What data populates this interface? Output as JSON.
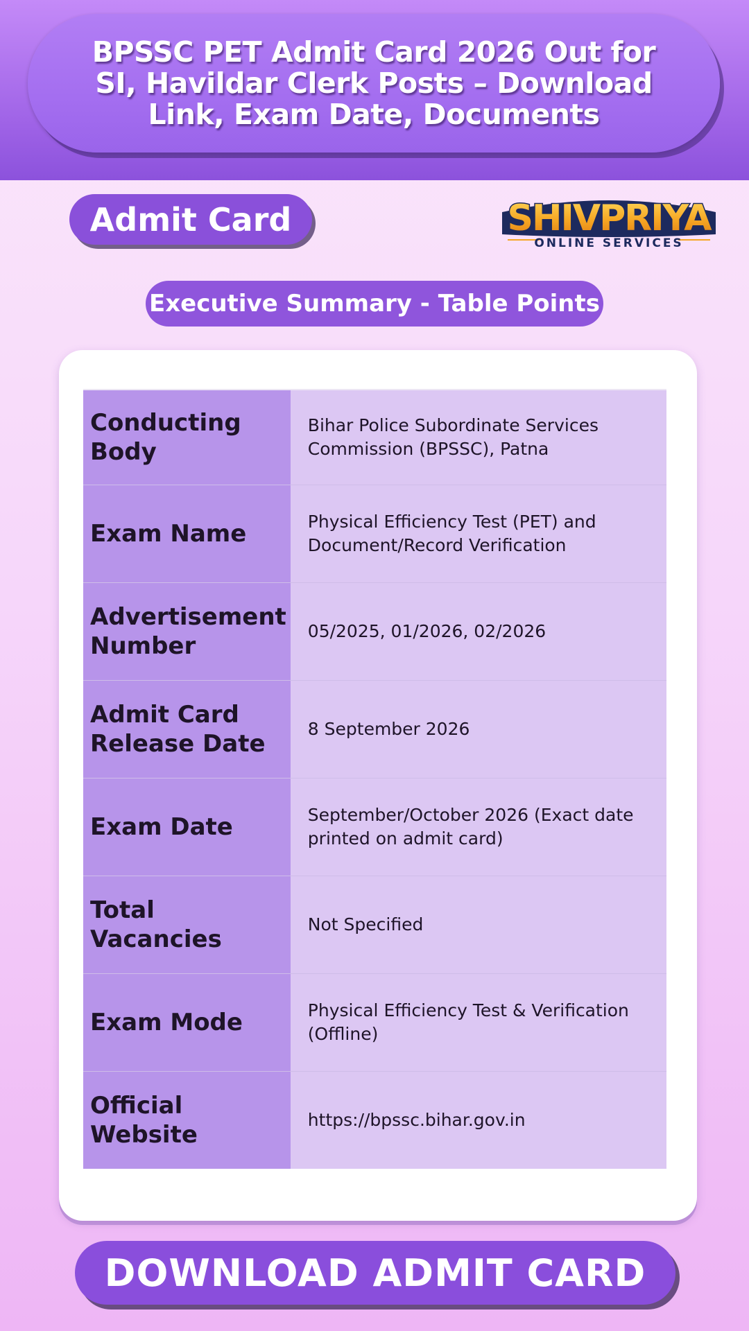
{
  "header": {
    "title": "BPSSC PET Admit Card 2026 Out for SI, Havildar Clerk Posts – Download Link, Exam Date, Documents"
  },
  "category_badge": "Admit Card",
  "logo": {
    "text": "SHIVPRIYA",
    "subtext": "ONLINE SERVICES"
  },
  "section_title": "Executive Summary - Table Points",
  "summary_rows": [
    {
      "label": "Conducting Body",
      "value": "Bihar Police Subordinate Services Commission (BPSSC), Patna"
    },
    {
      "label": "Exam Name",
      "value": "Physical Efficiency Test (PET) and Document/Record Verification"
    },
    {
      "label": "Advertisement Number",
      "value": "05/2025, 01/2026, 02/2026"
    },
    {
      "label": "Admit Card Release Date",
      "value": "8 September 2026"
    },
    {
      "label": "Exam Date",
      "value": "September/October 2026 (Exact date printed on admit card)"
    },
    {
      "label": "Total Vacancies",
      "value": "Not Specified"
    },
    {
      "label": "Exam Mode",
      "value": "Physical Efficiency Test & Verification (Offline)"
    },
    {
      "label": "Official Website",
      "value": "https://bpssc.bihar.gov.in"
    }
  ],
  "download_button": "DOWNLOAD ADMIT CARD",
  "colors": {
    "header_band": "#9e62e6",
    "accent_purple": "#8a50da",
    "label_cell": "#b794ea",
    "value_cell": "#dcc7f3",
    "logo_gold": "#f5b52a",
    "logo_navy": "#1d2a5e"
  }
}
